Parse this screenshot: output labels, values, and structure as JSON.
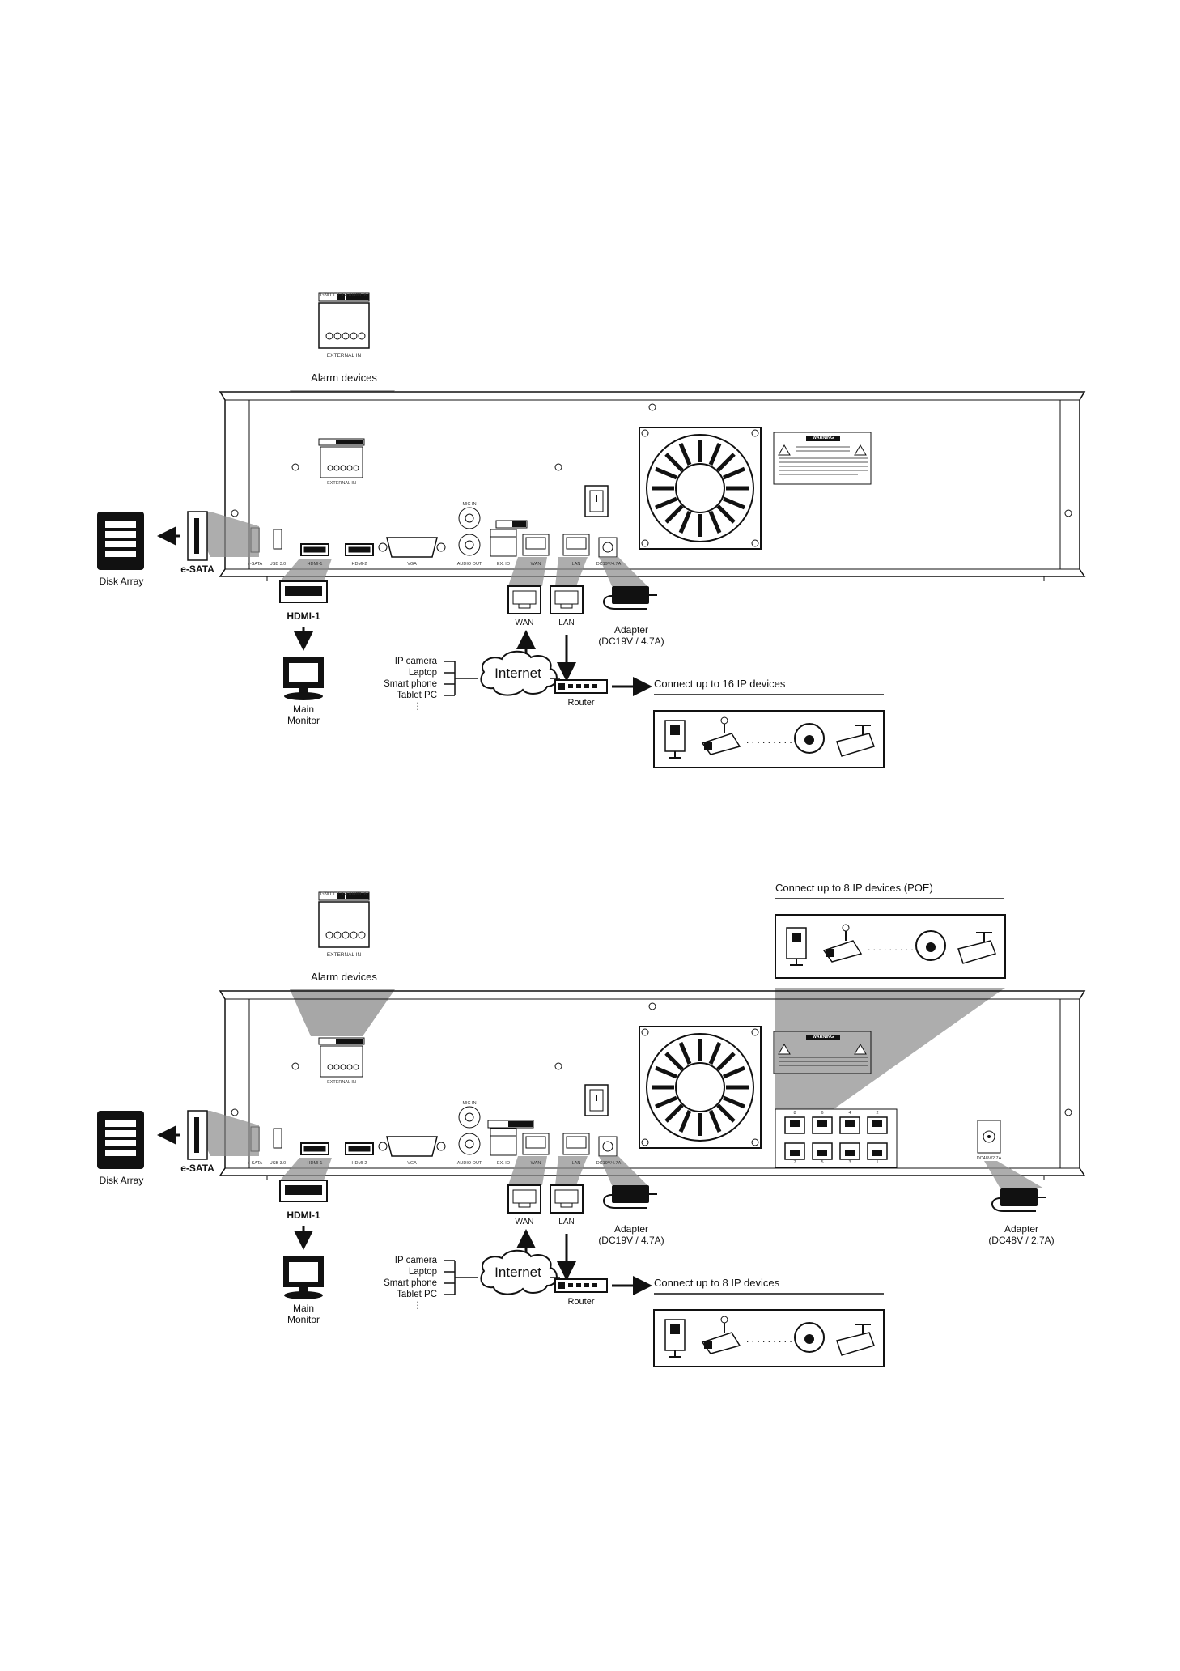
{
  "diagrams": [
    {
      "id": "top",
      "alarm_header": "GND 1 2 3 4 Alarm IN",
      "external_in": "EXTERNAL IN",
      "alarm_devices": "Alarm devices",
      "disk_array": "Disk Array",
      "esata": "e-SATA",
      "hdmi": "HDMI-1",
      "main_monitor": "Main\nMonitor",
      "wan": "WAN",
      "lan": "LAN",
      "adapter": "Adapter\n(DC19V / 4.7A)",
      "router": "Router",
      "internet": "Internet",
      "client_devices": [
        "IP camera",
        "Laptop",
        "Smart phone",
        "Tablet PC",
        "⋮"
      ],
      "connect_label": "Connect up to 16 IP devices",
      "panel_labels": [
        "e-SATA",
        "USB 3.0",
        "HDMI-1",
        "HDMI-2",
        "VGA",
        "AUDIO OUT",
        "EX. IO",
        "WAN",
        "LAN",
        "DC19V/4.7A",
        "MIC IN"
      ],
      "warning": "WARNING"
    },
    {
      "id": "bottom",
      "alarm_header": "GND 1 2 3 4 Alarm IN",
      "external_in": "EXTERNAL IN",
      "alarm_devices": "Alarm devices",
      "disk_array": "Disk Array",
      "esata": "e-SATA",
      "hdmi": "HDMI-1",
      "main_monitor": "Main\nMonitor",
      "wan": "WAN",
      "lan": "LAN",
      "adapter": "Adapter\n(DC19V / 4.7A)",
      "adapter2": "Adapter\n(DC48V / 2.7A)",
      "router": "Router",
      "internet": "Internet",
      "client_devices": [
        "IP camera",
        "Laptop",
        "Smart phone",
        "Tablet PC",
        "⋮"
      ],
      "connect_label": "Connect up to 8 IP devices",
      "poe_label": "Connect up to 8 IP devices (POE)",
      "poe_port_numbers_top": [
        "8",
        "6",
        "4",
        "2"
      ],
      "poe_port_numbers_bottom": [
        "7",
        "5",
        "3",
        "1"
      ],
      "panel_labels": [
        "e-SATA",
        "USB 3.0",
        "HDMI-1",
        "HDMI-2",
        "VGA",
        "AUDIO OUT",
        "EX. IO",
        "WAN",
        "LAN",
        "DC19V/4.7A",
        "MIC IN",
        "DC48V/2.7A"
      ],
      "warning": "WARNING"
    }
  ]
}
